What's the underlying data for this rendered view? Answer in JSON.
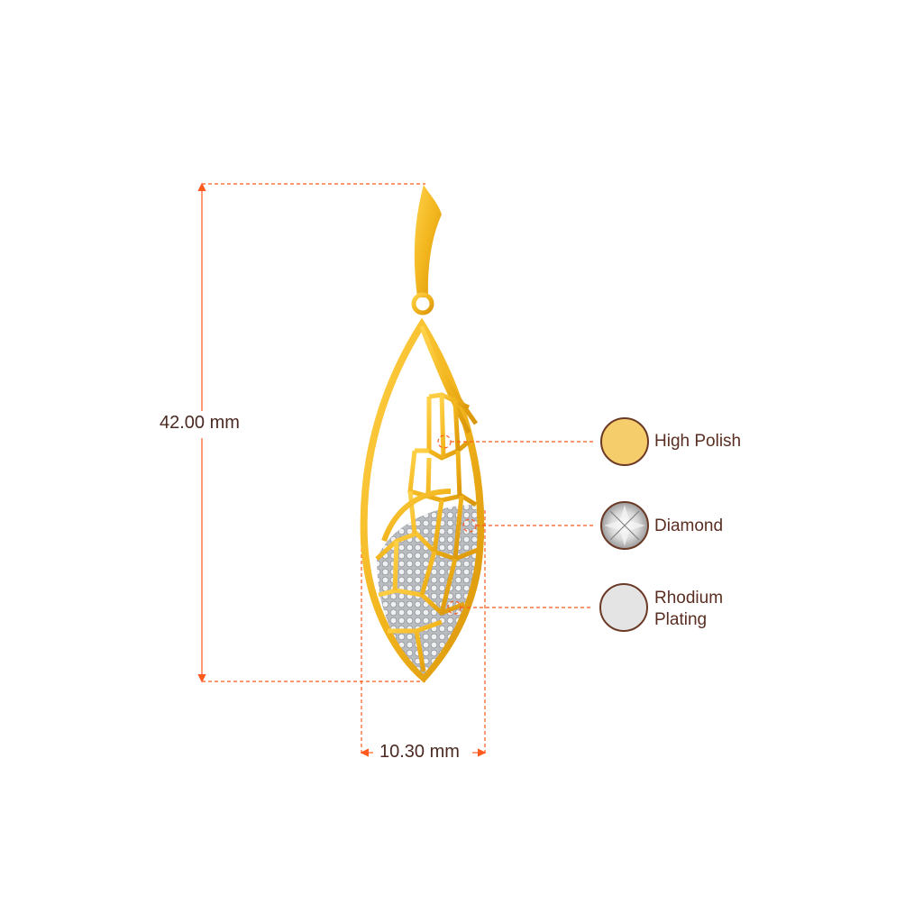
{
  "dimensions": {
    "height_label": "42.00 mm",
    "width_label": "10.30 mm"
  },
  "materials": [
    {
      "name": "High Polish",
      "color": "#f5cd6b"
    },
    {
      "name": "Diamond",
      "color": "#e8e8e8"
    },
    {
      "name": "Rhodium",
      "name_line2": "Plating",
      "color": "#e4e4e4"
    }
  ],
  "colors": {
    "guide_line": "#ff5a1f",
    "gold": "#f2b51d",
    "gold_dark": "#d99a0c",
    "text": "#5a2e22",
    "swatch_border": "#6b3a26"
  }
}
